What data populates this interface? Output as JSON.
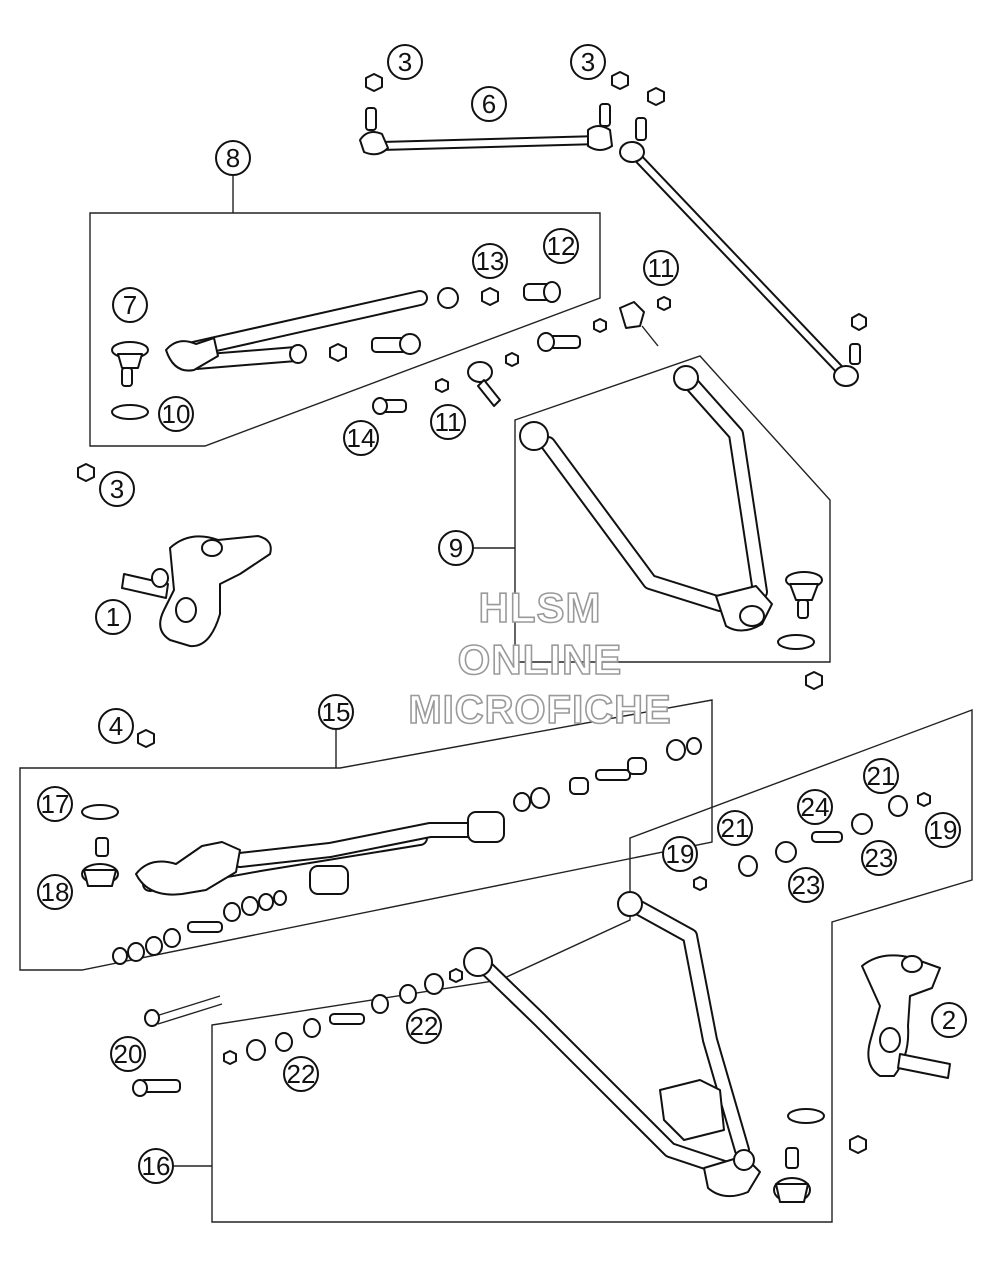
{
  "watermark": {
    "line1": "HLSM",
    "line2": "ONLINE",
    "line3": "MICROFICHE"
  },
  "callouts": {
    "c1": "1",
    "c2": "2",
    "c3a": "3",
    "c3b": "3",
    "c3c": "3",
    "c4": "4",
    "c6": "6",
    "c7": "7",
    "c8": "8",
    "c9": "9",
    "c10": "10",
    "c11a": "11",
    "c11b": "11",
    "c12": "12",
    "c13": "13",
    "c14": "14",
    "c15": "15",
    "c16": "16",
    "c17": "17",
    "c18": "18",
    "c19a": "19",
    "c19b": "19",
    "c20": "20",
    "c21a": "21",
    "c21b": "21",
    "c22a": "22",
    "c22b": "22",
    "c23a": "23",
    "c23b": "23",
    "c24": "24"
  }
}
